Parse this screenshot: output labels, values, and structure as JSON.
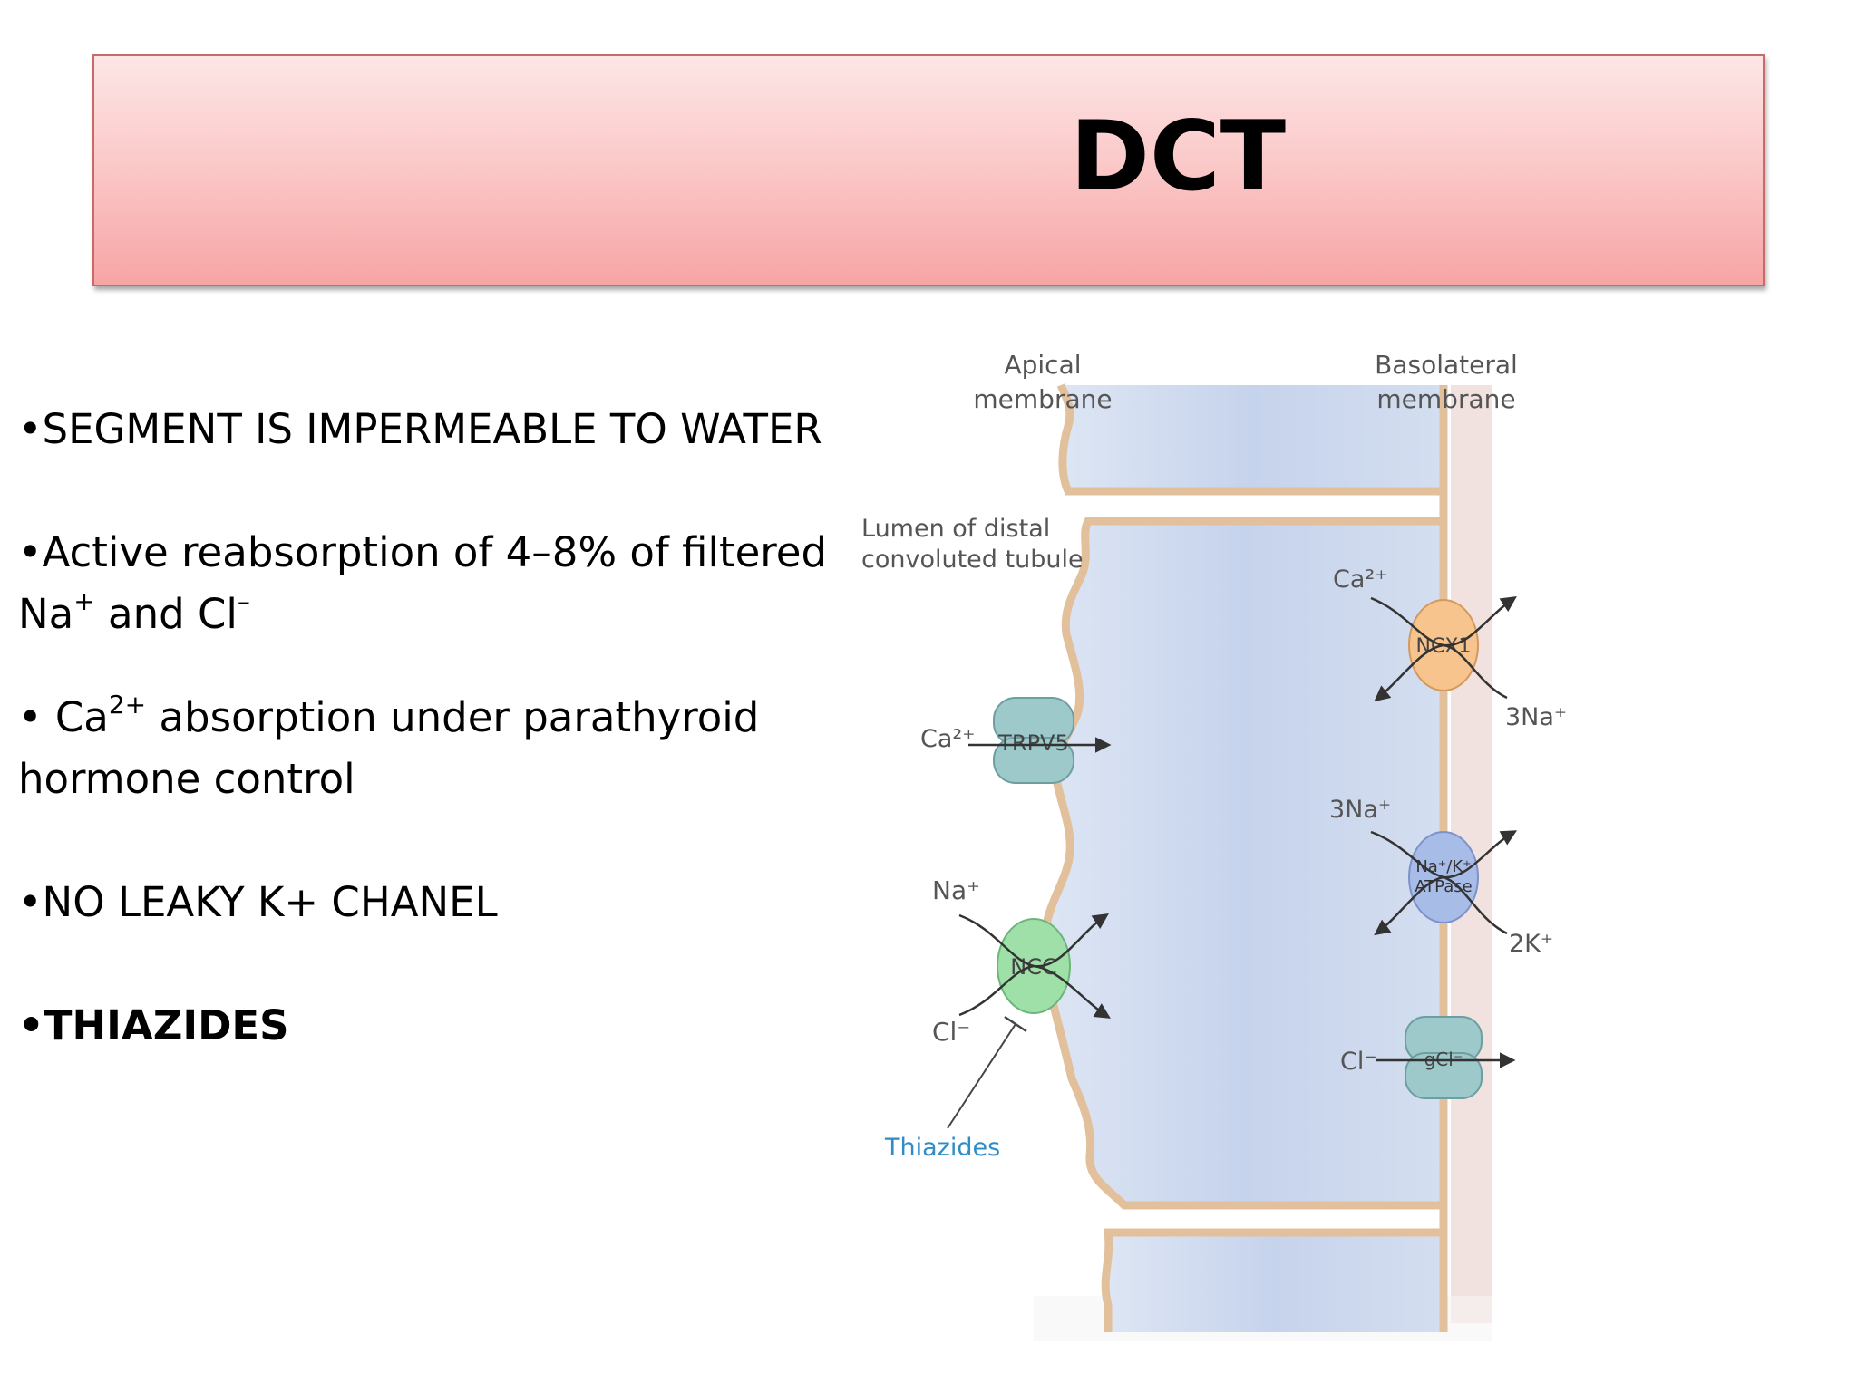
{
  "title": "DCT",
  "bullets": [
    {
      "prefix": "•",
      "parts": [
        {
          "t": "SEGMENT IS IMPERMEABLE TO WATER"
        }
      ]
    },
    {
      "prefix": "•",
      "parts": [
        {
          "t": "Active reabsorption of 4–8% of filtered"
        },
        {
          "br": true
        },
        {
          "t": "Na"
        },
        {
          "sup": "+"
        },
        {
          "t": " and Cl"
        },
        {
          "sup": "–"
        }
      ]
    },
    {
      "prefix": "• ",
      "parts": [
        {
          "t": "Ca"
        },
        {
          "sup": "2+"
        },
        {
          "t": " absorption under parathyroid"
        },
        {
          "br": true
        },
        {
          "t": "hormone control"
        }
      ]
    },
    {
      "prefix": "•",
      "parts": [
        {
          "t": "NO LEAKY K+ CHANEL"
        }
      ]
    },
    {
      "prefix": "•",
      "bold": true,
      "parts": [
        {
          "t": "THIAZIDES"
        }
      ]
    }
  ],
  "diagram": {
    "apical_membrane": [
      "Apical",
      "membrane"
    ],
    "basolateral_membrane": [
      "Basolateral",
      "membrane"
    ],
    "lumen": [
      "Lumen of distal",
      "convoluted tubule"
    ],
    "trpv5": {
      "label": "TRPV5",
      "ion": "Ca²⁺"
    },
    "ncc": {
      "label": "NCC",
      "ion_in_1": "Na⁺",
      "ion_in_2": "Cl⁻"
    },
    "thiazides": "Thiazides",
    "ncx1": {
      "label": "NCX1",
      "ion_1": "Ca²⁺",
      "ion_2": "3Na⁺"
    },
    "nak_atpase": {
      "label_1": "Na⁺/K⁺",
      "label_2": "ATPase",
      "ion_1": "3Na⁺",
      "ion_2": "2K⁺"
    },
    "chloride_channel": {
      "label": "gCl⁻",
      "ion": "Cl⁻"
    },
    "colors": {
      "cell_fill": "#cdd9ee",
      "membrane": "#e8c8a8",
      "interstitium": "#f4e4e0",
      "trpv5": "#9dc9cb",
      "ncc": "#9ee0a8",
      "ncx1": "#f6c48c",
      "nak": "#a8bce8",
      "thiazide_text": "#2f8cc8"
    }
  }
}
